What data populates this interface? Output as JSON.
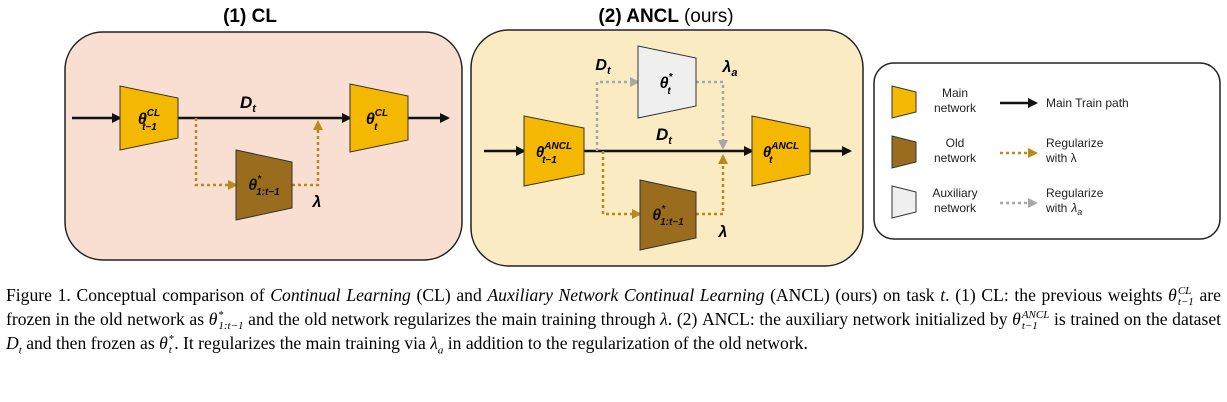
{
  "panels": {
    "cl": {
      "title_num": "(1)",
      "title_name": "CL",
      "prev_base": "θ",
      "prev_sup": "CL",
      "prev_sub": "t−1",
      "data_base": "D",
      "data_sub": "t",
      "cur_base": "θ",
      "cur_sup": "CL",
      "cur_sub": "t",
      "old_base": "θ",
      "old_sup": "*",
      "old_sub": "1:t−1",
      "lambda": "λ"
    },
    "ancl": {
      "title_num": "(2)",
      "title_name": "ANCL",
      "title_suffix": "(ours)",
      "prev_base": "θ",
      "prev_sup": "ANCL",
      "prev_sub": "t−1",
      "data_base": "D",
      "data_sub": "t",
      "aux_data_base": "D",
      "aux_data_sub": "t",
      "aux_base": "θ",
      "aux_sup": "*",
      "aux_sub": "t",
      "lambda_a_base": "λ",
      "lambda_a_sub": "a",
      "cur_base": "θ",
      "cur_sup": "ANCL",
      "cur_sub": "t",
      "old_base": "θ",
      "old_sup": "*",
      "old_sub": "1:t−1",
      "lambda": "λ"
    }
  },
  "legend": {
    "main_line1": "Main",
    "main_line2": "network",
    "old_line1": "Old",
    "old_line2": "network",
    "aux_line1": "Auxiliary",
    "aux_line2": "network",
    "train_label": "Main Train path",
    "reg_line1": "Regularize",
    "reg_line2": "with λ",
    "reg_a_line1": "Regularize",
    "reg_a_line2": "with",
    "reg_a_sym": "λ",
    "reg_a_sub": "a"
  },
  "colors": {
    "main_network": "#F5B800",
    "old_network": "#9A6C1E",
    "aux_network": "#EFEFEF",
    "cl_bg": "#F9DFD2",
    "ancl_bg": "#FBEBC2",
    "reg_arrow": "#B88A1C",
    "aux_arrow": "#A8A8A8"
  },
  "caption": {
    "fig_label": "Figure 1.",
    "t1": "Conceptual comparison of",
    "cl_term": "Continual Learning",
    "t2": "(CL) and",
    "ancl_term": "Auxiliary Network Continual Learning",
    "t3": "(ANCL) (ours) on task",
    "task": "t",
    "t4": ".  (1) CL: the previous weights",
    "w1_base": "θ",
    "w1_sup": "CL",
    "w1_sub": "t−1",
    "t5": "are frozen in the old network as",
    "w2_base": "θ",
    "w2_sup": "*",
    "w2_sub": "1:t−1",
    "t6": "and the old network regularizes the main training through",
    "lam": "λ",
    "t7": ".  (2) ANCL: the auxiliary network initialized by",
    "w3_base": "θ",
    "w3_sup": "ANCL",
    "w3_sub": "t−1",
    "t8": "is trained on the dataset",
    "ds_base": "D",
    "ds_sub": "t",
    "t9": "and then frozen as",
    "w4_base": "θ",
    "w4_sup": "*",
    "w4_sub": "t",
    "t10": ". It regularizes the main training via",
    "la_base": "λ",
    "la_sub": "a",
    "t11": "in addition to the regularization of the old network."
  }
}
